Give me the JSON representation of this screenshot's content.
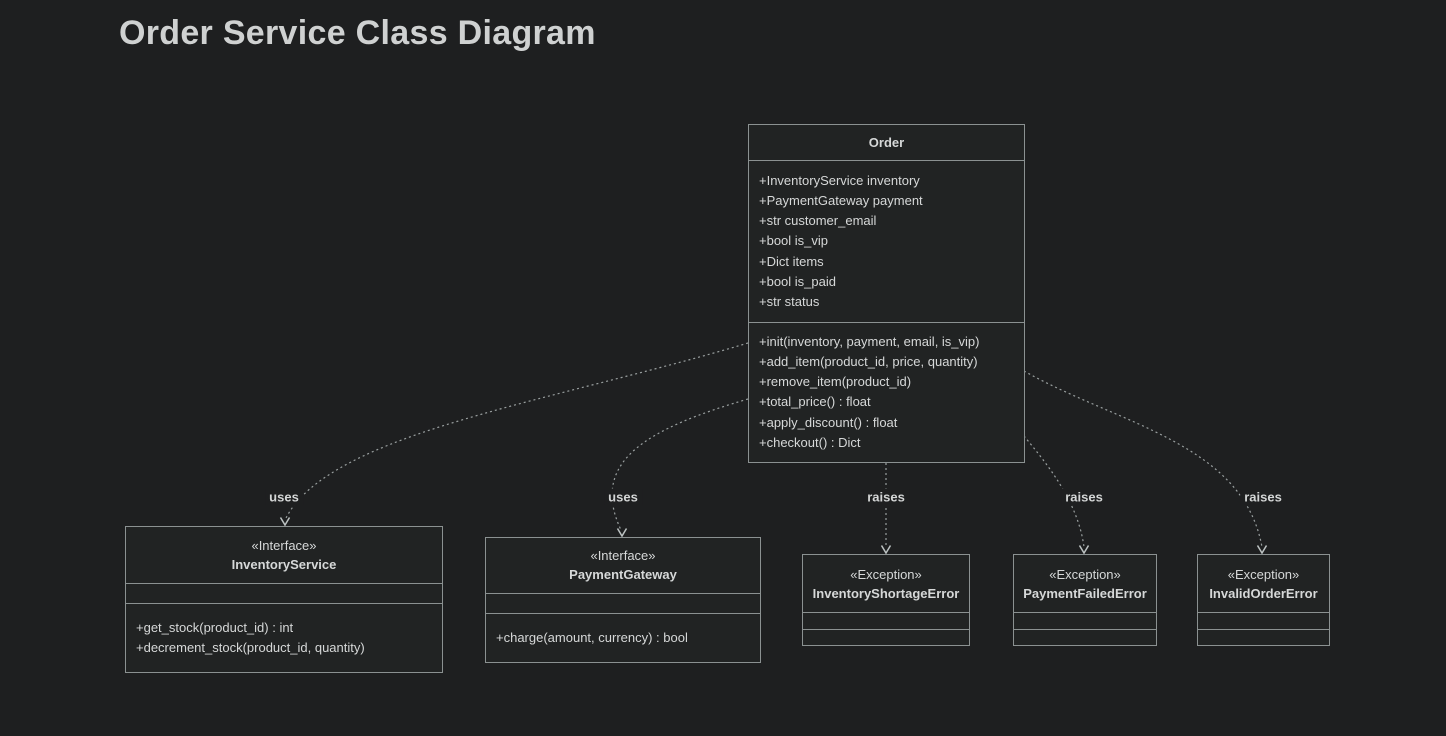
{
  "page": {
    "title": "Order Service Class Diagram"
  },
  "colors": {
    "background": "#1e1f20",
    "node_fill": "#212323",
    "node_border": "#8b9191",
    "text": "#d6d8d8",
    "edge": "#9aa0a0"
  },
  "classes": [
    {
      "name": "Order",
      "stereotype": "",
      "attributes": [
        "+InventoryService inventory",
        "+PaymentGateway payment",
        "+str customer_email",
        "+bool is_vip",
        "+Dict items",
        "+bool is_paid",
        "+str status"
      ],
      "methods": [
        "+init(inventory, payment, email, is_vip)",
        "+add_item(product_id, price, quantity)",
        "+remove_item(product_id)",
        "+total_price() : float",
        "+apply_discount() : float",
        "+checkout() : Dict"
      ]
    },
    {
      "name": "InventoryService",
      "stereotype": "«Interface»",
      "attributes": [],
      "methods": [
        "+get_stock(product_id) : int",
        "+decrement_stock(product_id, quantity)"
      ]
    },
    {
      "name": "PaymentGateway",
      "stereotype": "«Interface»",
      "attributes": [],
      "methods": [
        "+charge(amount, currency) : bool"
      ]
    },
    {
      "name": "InventoryShortageError",
      "stereotype": "«Exception»",
      "attributes": [],
      "methods": []
    },
    {
      "name": "PaymentFailedError",
      "stereotype": "«Exception»",
      "attributes": [],
      "methods": []
    },
    {
      "name": "InvalidOrderError",
      "stereotype": "«Exception»",
      "attributes": [],
      "methods": []
    }
  ],
  "edges": [
    {
      "from": "Order",
      "to": "InventoryService",
      "label": "uses"
    },
    {
      "from": "Order",
      "to": "PaymentGateway",
      "label": "uses"
    },
    {
      "from": "Order",
      "to": "InventoryShortageError",
      "label": "raises"
    },
    {
      "from": "Order",
      "to": "PaymentFailedError",
      "label": "raises"
    },
    {
      "from": "Order",
      "to": "InvalidOrderError",
      "label": "raises"
    }
  ]
}
